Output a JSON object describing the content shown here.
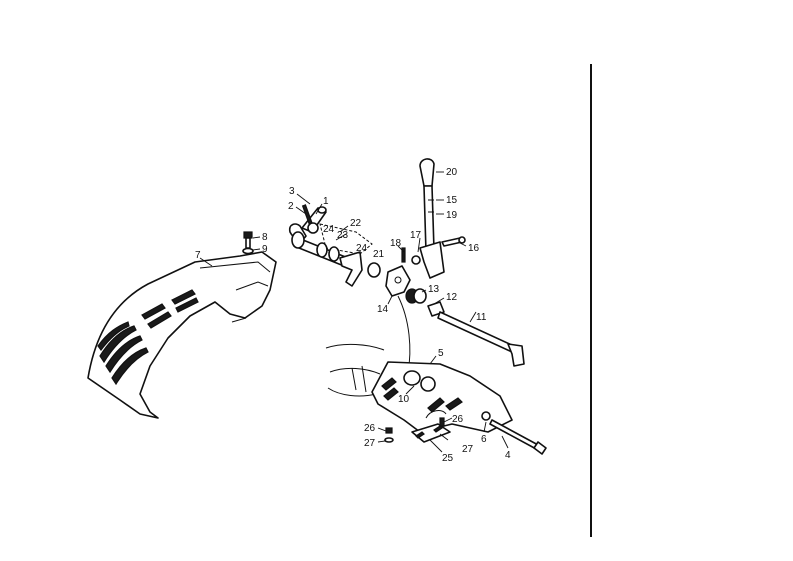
{
  "colors": {
    "ink": "#111111",
    "paper": "#ffffff"
  },
  "callouts": [
    {
      "id": "c1",
      "text": "1"
    },
    {
      "id": "c2",
      "text": "2"
    },
    {
      "id": "c3",
      "text": "3"
    },
    {
      "id": "c4",
      "text": "4"
    },
    {
      "id": "c5",
      "text": "5"
    },
    {
      "id": "c6",
      "text": "6"
    },
    {
      "id": "c7",
      "text": "7"
    },
    {
      "id": "c8",
      "text": "8"
    },
    {
      "id": "c9",
      "text": "9"
    },
    {
      "id": "c10",
      "text": "10"
    },
    {
      "id": "c11",
      "text": "11"
    },
    {
      "id": "c12",
      "text": "12"
    },
    {
      "id": "c13",
      "text": "13"
    },
    {
      "id": "c14",
      "text": "14"
    },
    {
      "id": "c15",
      "text": "15"
    },
    {
      "id": "c16",
      "text": "16"
    },
    {
      "id": "c17",
      "text": "17"
    },
    {
      "id": "c18",
      "text": "18"
    },
    {
      "id": "c19",
      "text": "19"
    },
    {
      "id": "c20",
      "text": "20"
    },
    {
      "id": "c21",
      "text": "21"
    },
    {
      "id": "c22",
      "text": "22"
    },
    {
      "id": "c23",
      "text": "23"
    },
    {
      "id": "c24a",
      "text": "24"
    },
    {
      "id": "c24b",
      "text": "24"
    },
    {
      "id": "c25",
      "text": "25"
    },
    {
      "id": "c26a",
      "text": "26"
    },
    {
      "id": "c26b",
      "text": "26"
    },
    {
      "id": "c27a",
      "text": "27"
    },
    {
      "id": "c27b",
      "text": "27"
    }
  ]
}
